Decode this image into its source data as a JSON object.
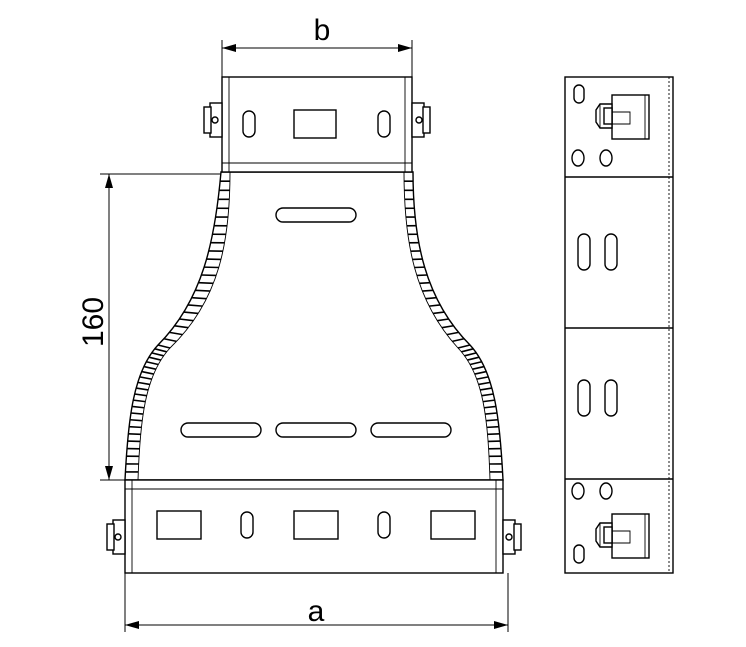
{
  "dimensions": {
    "top_width_label": "b",
    "bottom_width_label": "a",
    "height_label": "160"
  },
  "colors": {
    "line": "#000000",
    "background": "#ffffff"
  },
  "views": [
    "front-view",
    "side-view"
  ]
}
